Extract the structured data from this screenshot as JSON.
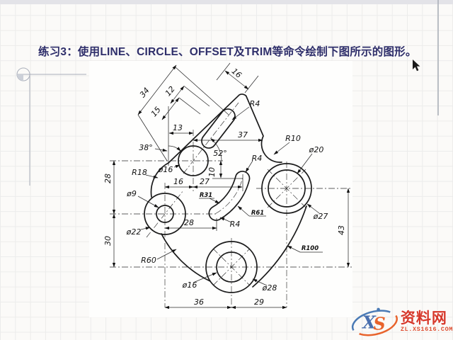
{
  "page": {
    "title": "练习3：使用LINE、CIRCLE、OFFSET及TRIM等命令绘制下图所示的图形。",
    "colors": {
      "title": "#2e2e6a",
      "drawing_line": "#1b1b1b",
      "grid_line": "#ececeb"
    }
  },
  "drawing": {
    "labels": {
      "len34": "34",
      "len12": "12",
      "len15": "15",
      "len13": "13",
      "len16_top": "16",
      "r4_top_slot": "R4",
      "len37": "37",
      "ang38": "38°",
      "ang52": "52°",
      "len10": "10",
      "dia16_upper": "ø16",
      "len16_mid": "16",
      "len27": "27",
      "r18": "R18",
      "r31": "R31",
      "dia9": "ø9",
      "r61": "R61",
      "r4_mid_top": "R4",
      "r4_mid_bot": "R4",
      "len28_h": "28",
      "dia22": "ø22",
      "len28_v": "28",
      "len30": "30",
      "r60": "R60",
      "dia16_lower": "ø16",
      "len36": "36",
      "len29": "29",
      "dia28": "ø28",
      "r100": "R100",
      "len43": "43",
      "dia27": "ø27",
      "dia20": "ø20",
      "r10": "R10"
    }
  },
  "watermark": {
    "logo_x": "X",
    "logo_s": "S",
    "site_name": "资料网",
    "site_url": "ZL.XS1616.COM",
    "colors": {
      "blue": "#4a6fae",
      "orange": "#e8632c",
      "red": "#d6382b"
    }
  }
}
